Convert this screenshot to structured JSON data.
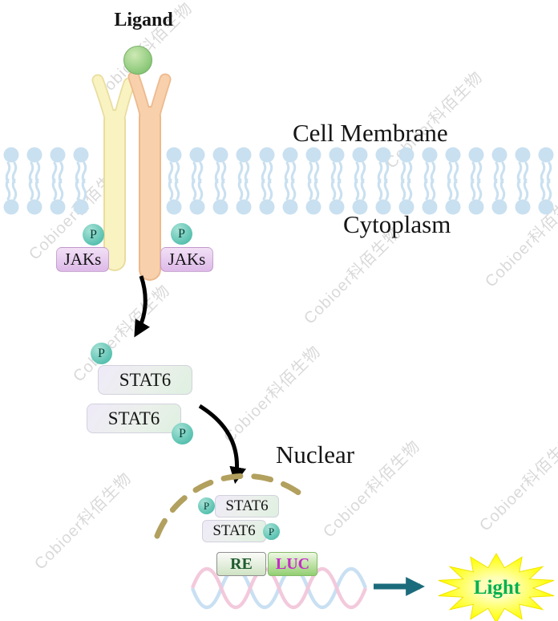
{
  "labels": {
    "ligand": "Ligand",
    "cell_membrane": "Cell Membrane",
    "cytoplasm": "Cytoplasm",
    "nuclear": "Nuclear",
    "light": "Light"
  },
  "molecules": {
    "jaks": "JAKs",
    "stat6": "STAT6",
    "phospho": "P",
    "re": "RE",
    "luc": "LUC"
  },
  "watermark": {
    "text": "Cobioer科佰生物"
  },
  "colors": {
    "membrane_blue": "#c9e0f0",
    "receptor_yellow": "#f9f3c2",
    "receptor_yellow_edge": "#e9dd9e",
    "receptor_peach": "#f8d0ac",
    "receptor_peach_edge": "#edb98d",
    "ligand_green": "#8cc878",
    "jaks_purple": "#ddb9e8",
    "phospho_teal": "#54bfae",
    "stat6_lavender": "#efeaf8",
    "stat6_green": "#def0e0",
    "nuclear_membrane_tan": "#b2a05e",
    "re_text_green": "#1e5c2e",
    "luc_green": "#93cf72",
    "luc_text_magenta": "#c62bc6",
    "dna_pink": "#f2c6da",
    "dna_blue": "#c6def2",
    "arrow_black": "#000000",
    "arrow_teal": "#1c6b7d",
    "burst_yellow": "#ffff00",
    "light_text_green": "#00B050",
    "watermark_gray": "#8c8c8c"
  }
}
